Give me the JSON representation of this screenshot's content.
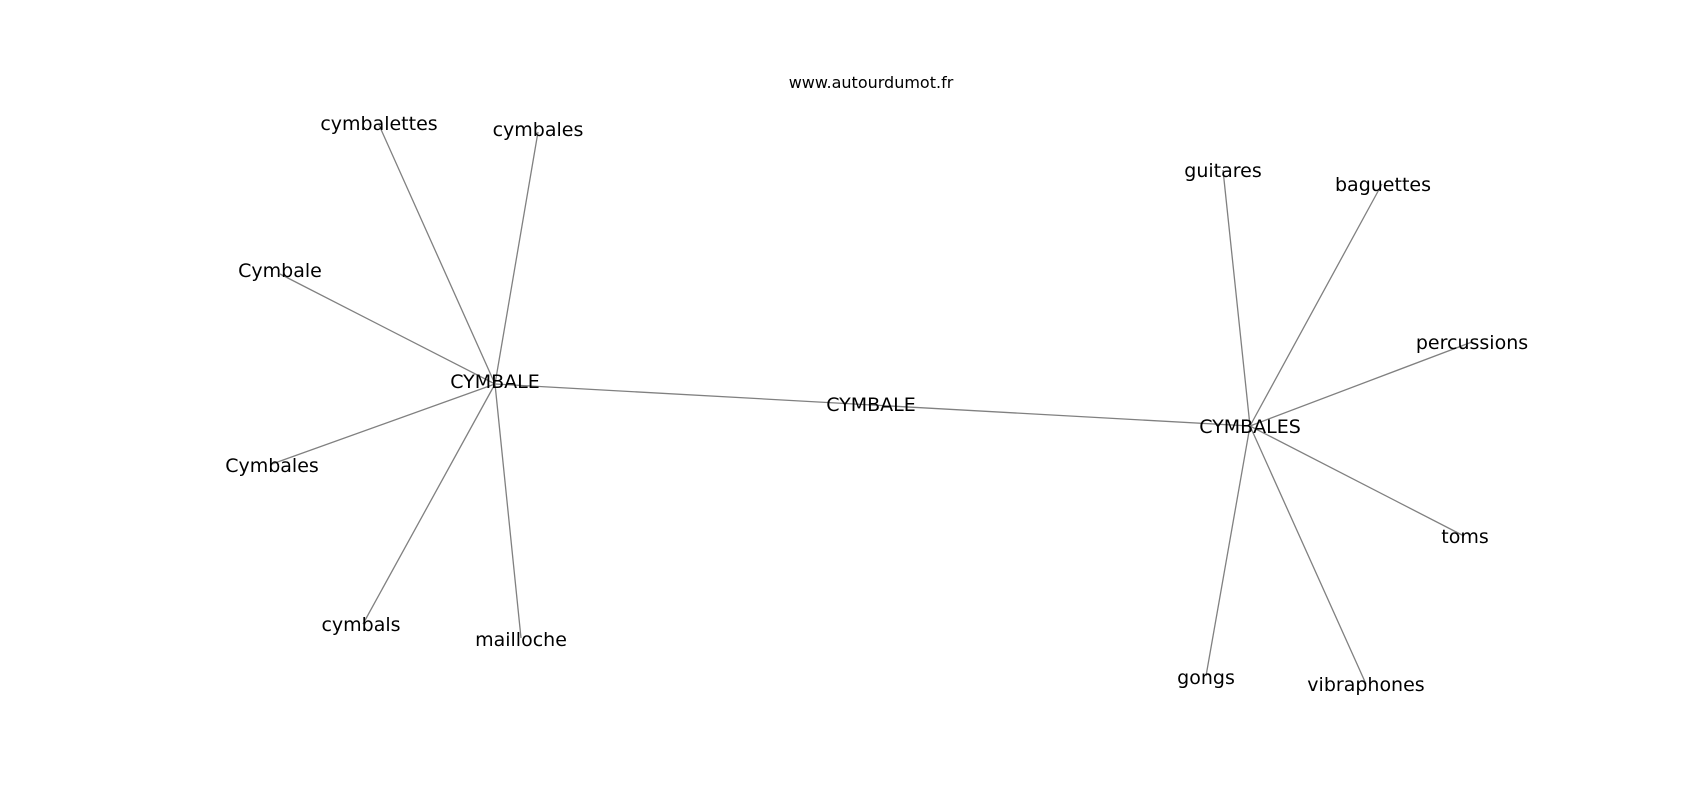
{
  "source": "www.autourdumot.fr",
  "root_label": "CYMBALE",
  "nodes": {
    "hub_left": "CYMBALE",
    "hub_right": "CYMBALES",
    "cymbalettes": "cymbalettes",
    "cymbales": "cymbales",
    "Cymbale": "Cymbale",
    "Cymbales": "Cymbales",
    "cymbals": "cymbals",
    "mailloche": "mailloche",
    "guitares": "guitares",
    "baguettes": "baguettes",
    "percussions": "percussions",
    "toms": "toms",
    "gongs": "gongs",
    "vibraphones": "vibraphones"
  },
  "edge_color": "#808080"
}
